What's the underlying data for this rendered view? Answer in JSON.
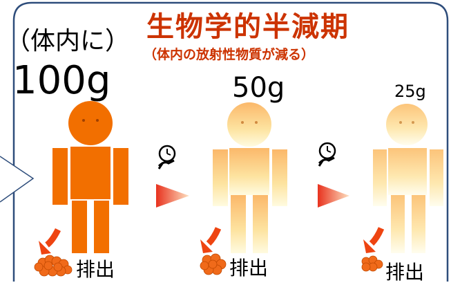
{
  "title": {
    "main": "生物学的半減期",
    "sub": "（体内の放射性物質が減る）"
  },
  "left_label": "（体内に）",
  "colors": {
    "title_red": "#cc3300",
    "frame_blue": "#2e4d7b",
    "person_stage1": "#f26f00",
    "arrow_red": "#ee4411"
  },
  "stages": [
    {
      "amount": "100g",
      "excrete_label": "排出"
    },
    {
      "amount": "50g",
      "excrete_label": "排出"
    },
    {
      "amount": "25g",
      "excrete_label": "排出"
    }
  ],
  "icons": [
    "clock-runner-icon",
    "clock-runner-icon",
    "right-triangle-arrow-icon",
    "right-triangle-arrow-icon",
    "down-curved-arrow-icon",
    "pile-icon"
  ]
}
